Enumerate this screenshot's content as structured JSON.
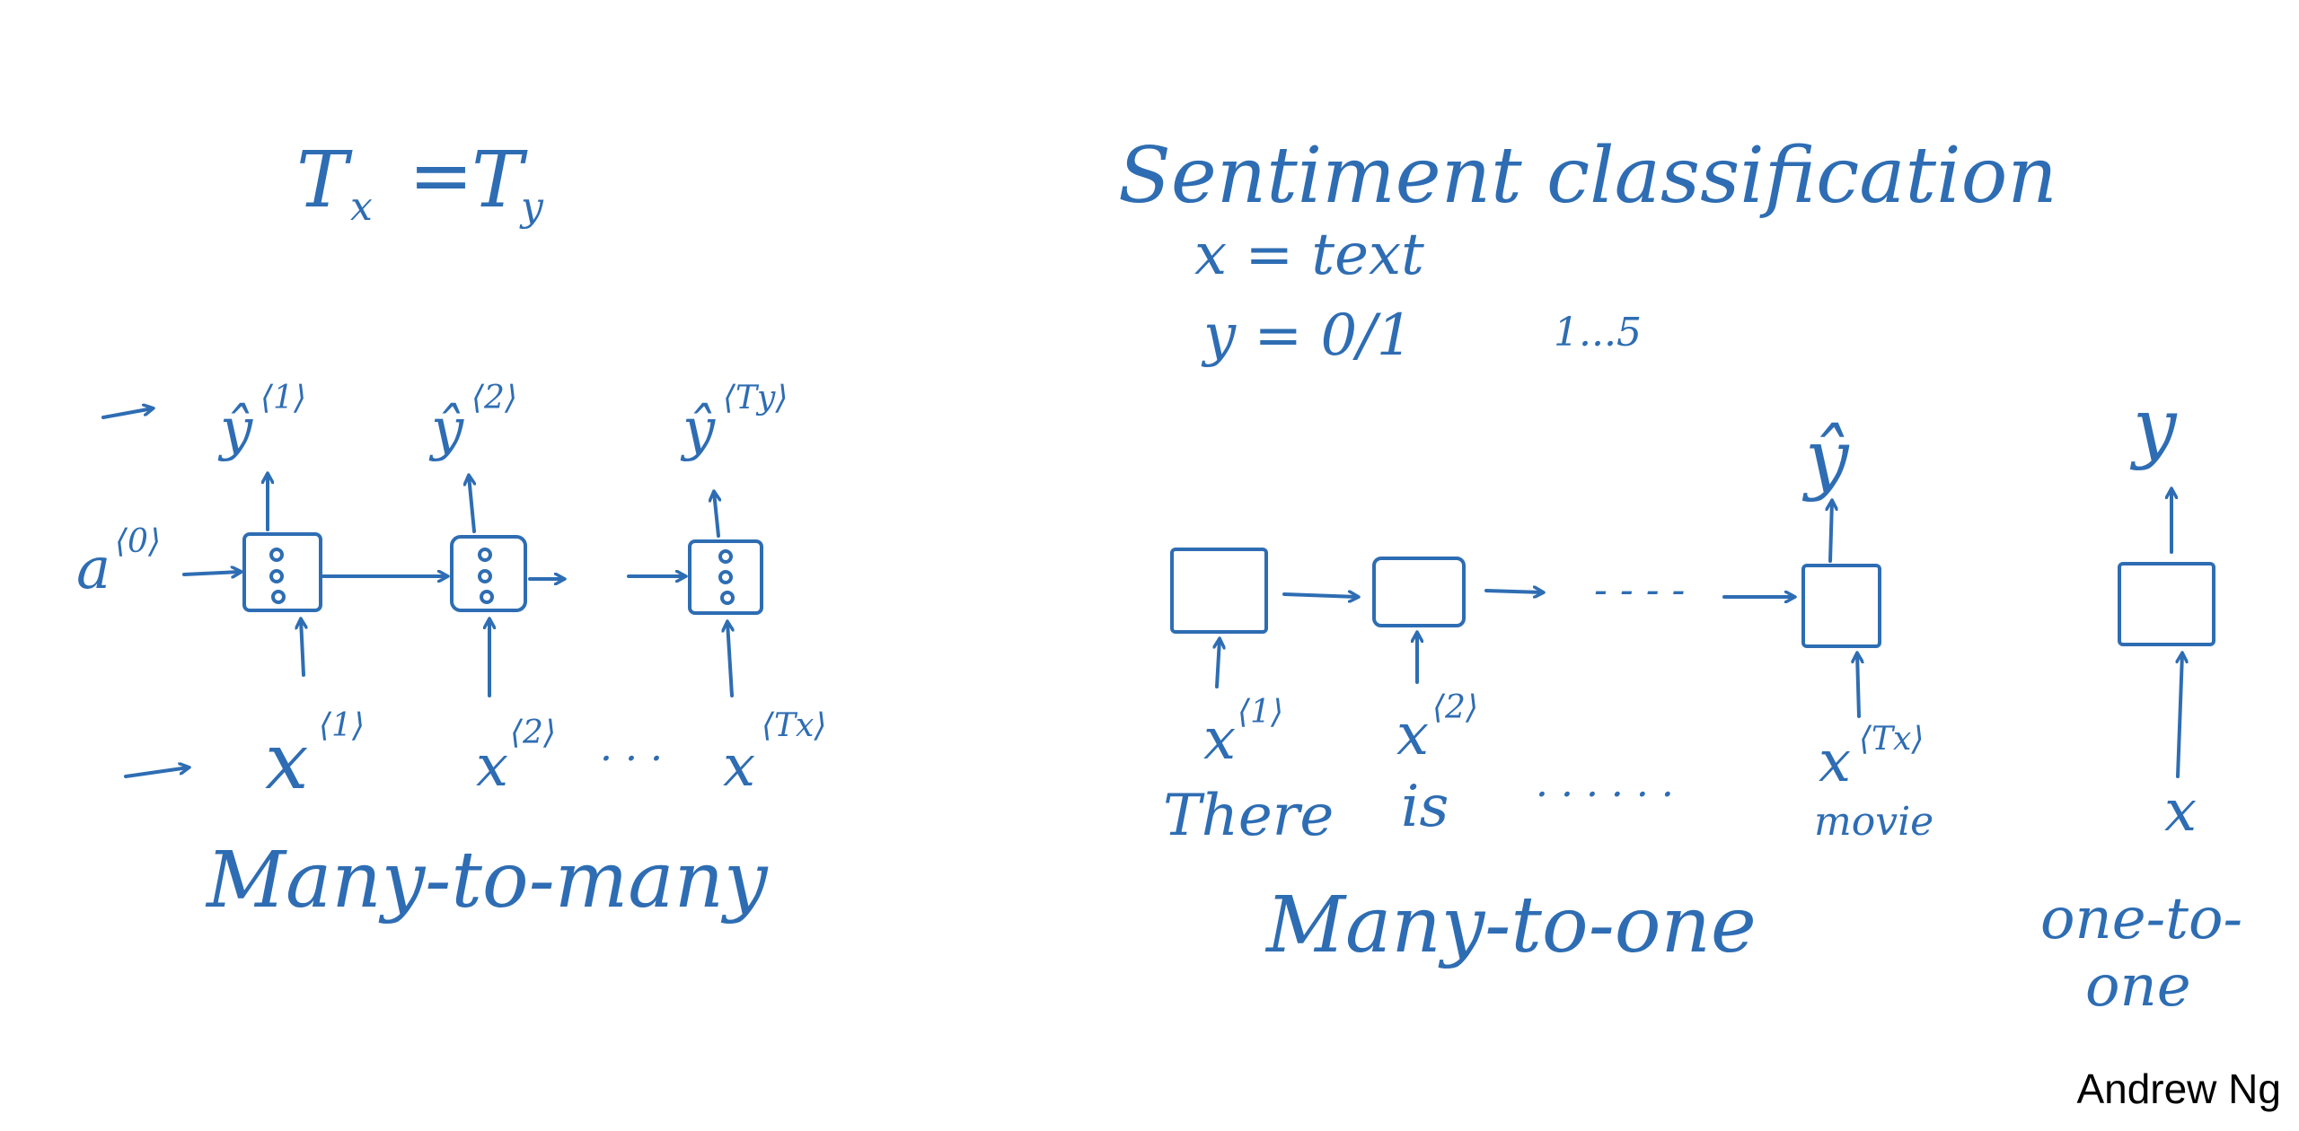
{
  "colors": {
    "ink": "#2e6db3",
    "background": "#ffffff",
    "author_text": "#000000"
  },
  "left": {
    "constraint": {
      "T1": "T",
      "x_sub": "x",
      "eq": "=",
      "T2": "T",
      "y_sub": "y"
    },
    "outputs": [
      {
        "sym": "ŷ",
        "sup": "⟨1⟩"
      },
      {
        "sym": "ŷ",
        "sup": "⟨2⟩"
      },
      {
        "sym": "ŷ",
        "sup": "⟨Ty⟩"
      }
    ],
    "activation": {
      "sym": "a",
      "sup": "⟨0⟩"
    },
    "inputs": [
      {
        "sym": "x",
        "sup": "⟨1⟩"
      },
      {
        "sym": "x",
        "sup": "⟨2⟩"
      },
      {
        "sym": "x",
        "sup": "⟨Tx⟩"
      }
    ],
    "ellipsis": "· · ·",
    "caption": "Many-to-many"
  },
  "right": {
    "title": "Sentiment classification",
    "x_def": "x = text",
    "y_def": "y = 0/1",
    "y_range": "1...5",
    "output": "ŷ",
    "inputs": [
      {
        "sym": "x",
        "sup": "⟨1⟩",
        "word": "There"
      },
      {
        "sym": "x",
        "sup": "⟨2⟩",
        "word": "is"
      },
      {
        "sym": "x",
        "sup": "⟨Tx⟩",
        "word": "movie"
      }
    ],
    "arrow_dots": "- - - -",
    "word_dots": "· · · · · ·",
    "caption": "Many-to-one"
  },
  "one": {
    "output": "y",
    "input": "x",
    "caption_line1": "one-to-",
    "caption_line2": "one"
  },
  "author": "Andrew Ng"
}
